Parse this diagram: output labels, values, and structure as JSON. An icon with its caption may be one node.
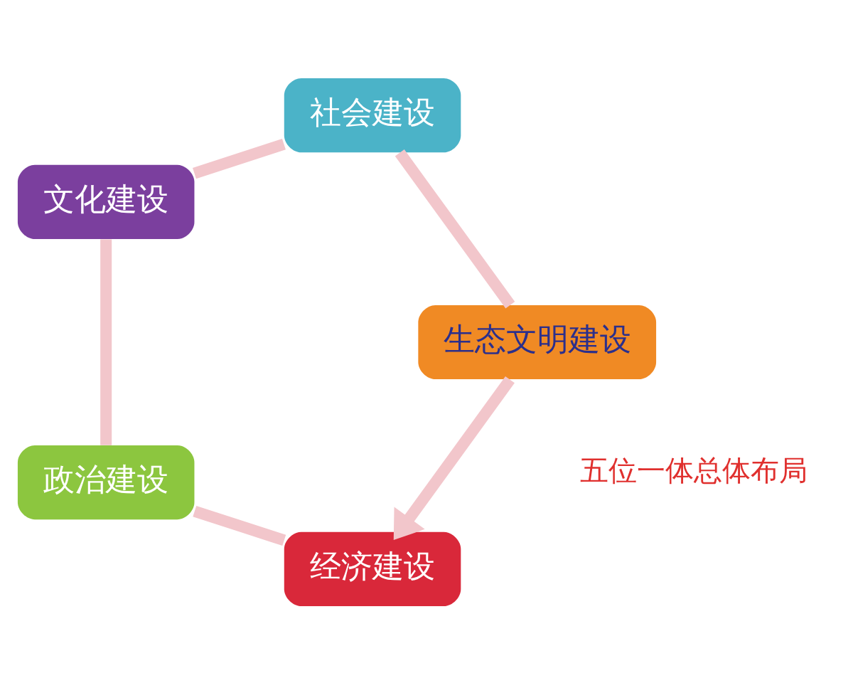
{
  "diagram": {
    "nodes": [
      {
        "text": [
          "经济建设"
        ]
      },
      {
        "text": [
          "政治建设"
        ]
      },
      {
        "text": [
          "文化建设"
        ]
      },
      {
        "text": [
          "社会建设"
        ]
      },
      {
        "text": [
          "生态文明建设"
        ]
      }
    ],
    "edges": [
      {
        "from": 0,
        "to": 1,
        "arrow": "none"
      },
      {
        "from": 1,
        "to": 2,
        "arrow": "none"
      },
      {
        "from": 2,
        "to": 3,
        "arrow": "none"
      },
      {
        "from": 3,
        "to": 4,
        "arrow": "none"
      },
      {
        "from": 4,
        "to": 0,
        "arrow": "to"
      }
    ],
    "labels": [
      "五位一体总体布局"
    ]
  }
}
